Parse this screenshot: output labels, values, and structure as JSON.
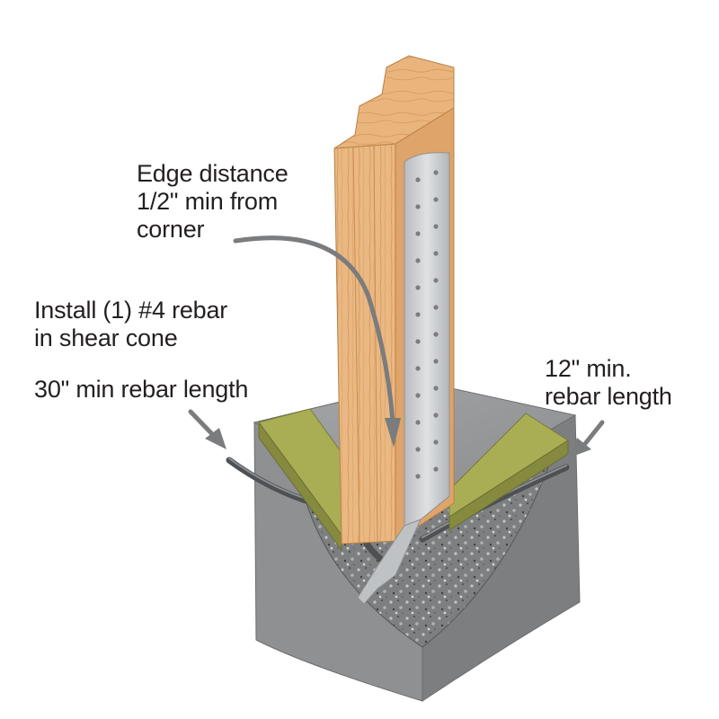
{
  "callouts": {
    "edge_distance": "Edge distance\n1/2\" min from\ncorner",
    "install_rebar": "Install (1) #4 rebar\nin shear cone",
    "min_30": "30\" min rebar length",
    "min_12": "12\" min.\nrebar length"
  },
  "colors": {
    "wood": "#e9b57d",
    "treated_plate": "#9aa04c",
    "strap": "#c9ccce",
    "concrete": "#8c8e90",
    "concrete_cut": "#6f7072",
    "rebar": "#55585b",
    "arrow": "#7a7c7e",
    "text": "#231f20"
  }
}
